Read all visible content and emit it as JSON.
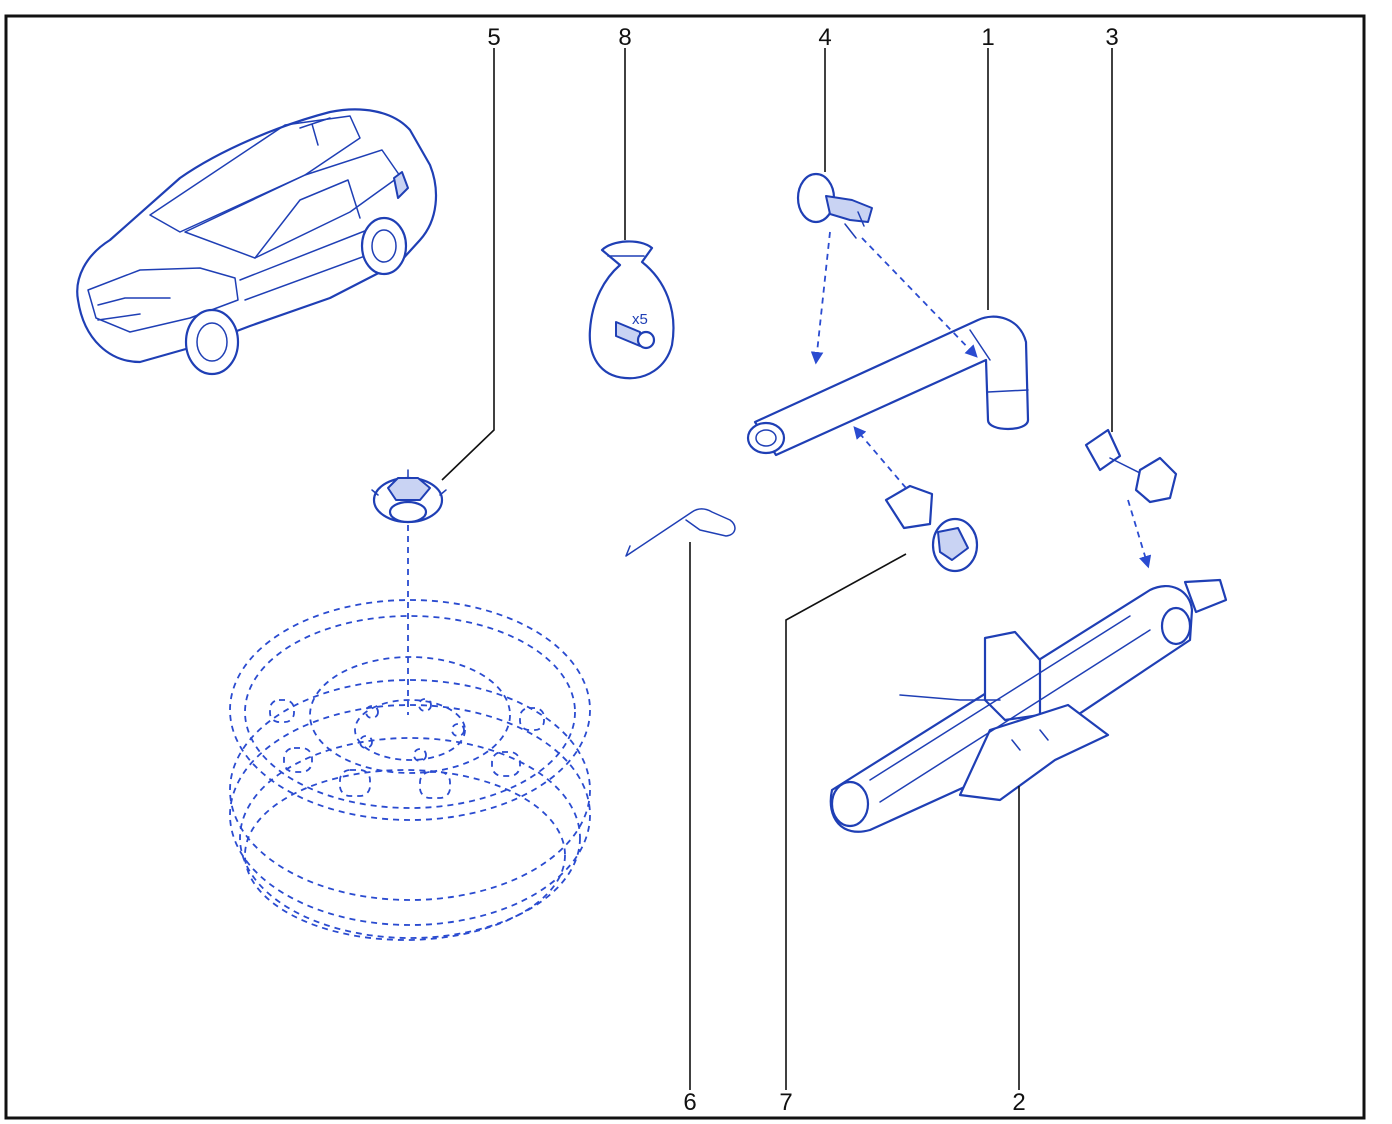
{
  "callouts": [
    "5",
    "8",
    "4",
    "1",
    "3",
    "6",
    "7",
    "2"
  ],
  "bag_quantity": "x5",
  "colors": {
    "ink": "#1f3fb5",
    "frame": "#111111"
  }
}
